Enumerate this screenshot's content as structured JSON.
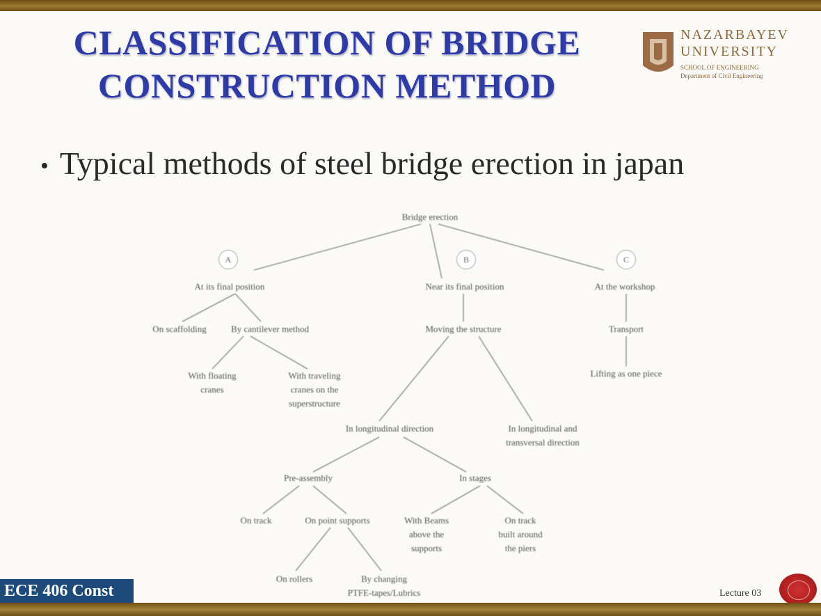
{
  "slide": {
    "title_line1": "CLASSIFICATION OF BRIDGE",
    "title_line2": "CONSTRUCTION METHOD",
    "bullet_text": "Typical methods of steel bridge erection in japan",
    "logo": {
      "name_line1": "NAZARBAYEV",
      "name_line2": "UNIVERSITY",
      "sub_line1": "SCHOOL OF ENGINEERING",
      "sub_line2": "Department of Civil Engineering"
    },
    "footer_course": "ECE 406 Const",
    "footer_lecture": "Lecture 03"
  },
  "diagram": {
    "root": "Bridge erection",
    "circle_a": "A",
    "circle_b": "B",
    "circle_c": "C",
    "a_label": "At its final position",
    "a1": "On scaffolding",
    "a2": "By cantilever method",
    "a2_1_line1": "With floating",
    "a2_1_line2": "cranes",
    "a2_2_line1": "With traveling",
    "a2_2_line2": "cranes on the",
    "a2_2_line3": "superstructure",
    "b_label": "Near its final position",
    "b1": "Moving the structure",
    "b1_1": "In longitudinal direction",
    "b1_2_line1": "In longitudinal and",
    "b1_2_line2": "transversal direction",
    "b1_1_1": "Pre-assembly",
    "b1_1_2": "In stages",
    "pa_1": "On track",
    "pa_2": "On point supports",
    "pa_2_1": "On rollers",
    "pa_2_2_line1": "By changing",
    "pa_2_2_line2": "PTFE-tapes/Lubrics",
    "st_1_line1": "With Beams",
    "st_1_line2": "above the",
    "st_1_line3": "supports",
    "st_2_line1": "On track",
    "st_2_line2": "built around",
    "st_2_line3": "the piers",
    "c_label": "At the workshop",
    "c1": "Transport",
    "c2": "Lifting as one piece"
  }
}
